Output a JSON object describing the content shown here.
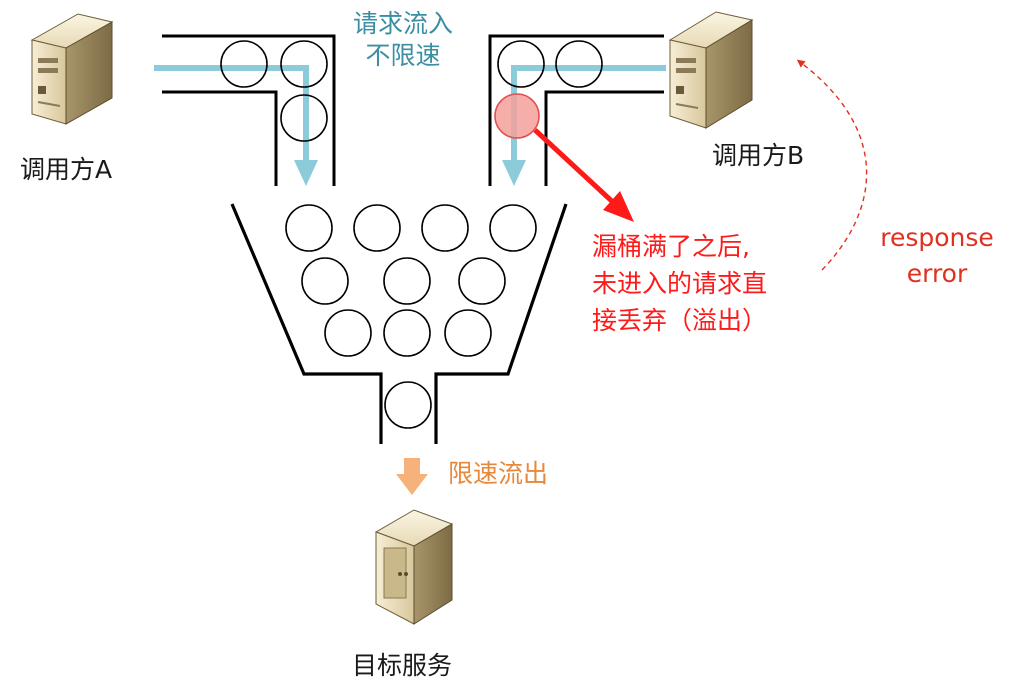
{
  "labels": {
    "caller_a": "调用方A",
    "caller_b": "调用方B",
    "inflow_line1": "请求流入",
    "inflow_line2": "不限速",
    "overflow_line1": "漏桶满了之后,",
    "overflow_line2": "未进入的请求直",
    "overflow_line3": "接丢弃（溢出）",
    "response_line1": "response",
    "response_line2": "error",
    "outflow": "限速流出",
    "target": "目标服务"
  },
  "colors": {
    "flow_arrow": "#8ccbd9",
    "inflow_text": "#3b8fa3",
    "overflow": "#ff1a1a",
    "dropped_request": "#f4a09c",
    "response_error": "#e03020",
    "outflow": "#f5b27a",
    "outflow_text": "#e8883a",
    "bucket_line": "#000000"
  },
  "icons": {
    "caller_a": "server-tower-icon",
    "caller_b": "server-tower-icon",
    "target": "server-cabinet-icon"
  }
}
